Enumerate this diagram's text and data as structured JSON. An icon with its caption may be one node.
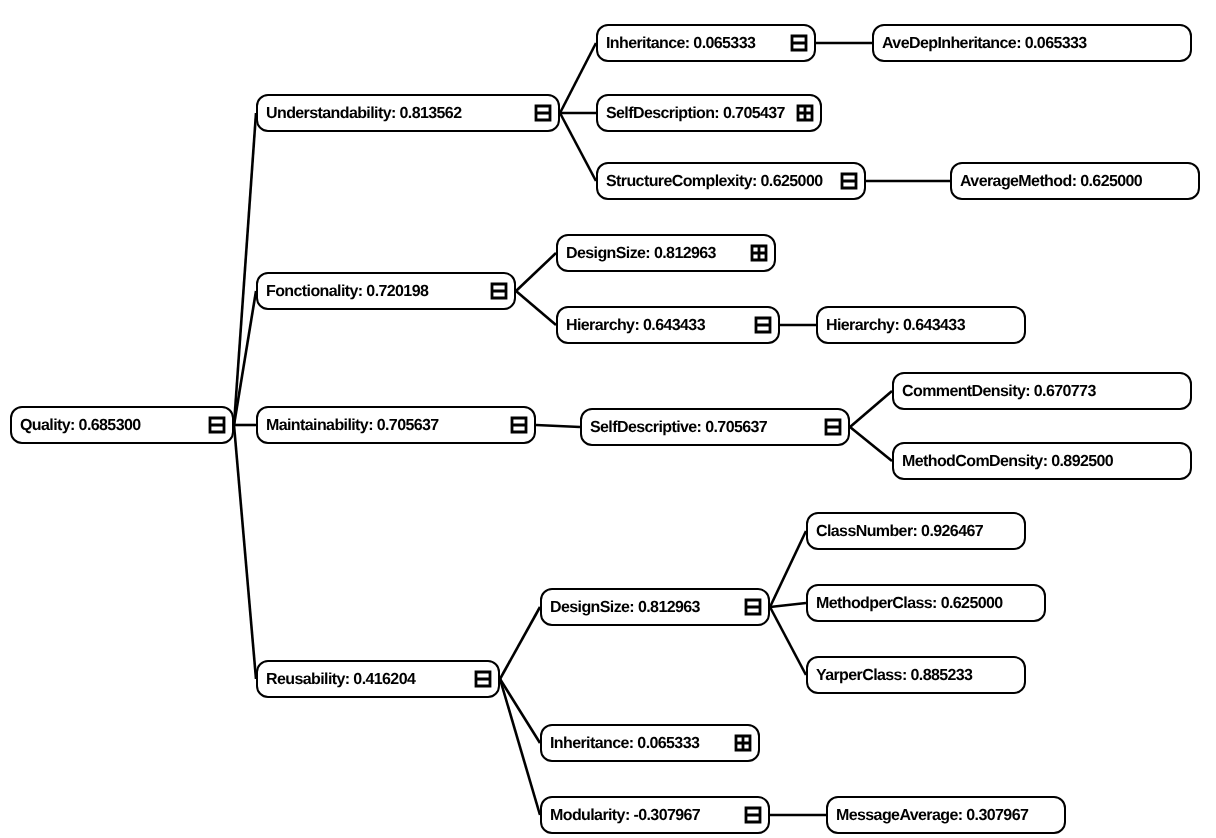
{
  "diagram": {
    "nodes": [
      {
        "text": [
          "Quality: 0.685300"
        ]
      },
      {
        "text": [
          "Understandability: 0.813562"
        ]
      },
      {
        "text": [
          "Fonctionality: 0.720198"
        ]
      },
      {
        "text": [
          "Maintainability: 0.705637"
        ]
      },
      {
        "text": [
          "Reusability: 0.416204"
        ]
      },
      {
        "text": [
          "Inheritance: 0.065333"
        ]
      },
      {
        "text": [
          "AveDepInheritance: 0.065333"
        ]
      },
      {
        "text": [
          "SelfDescription: 0.705437"
        ]
      },
      {
        "text": [
          "StructureComplexity: 0.625000"
        ]
      },
      {
        "text": [
          "AverageMethod: 0.625000"
        ]
      },
      {
        "text": [
          "DesignSize: 0.812963"
        ]
      },
      {
        "text": [
          "Hierarchy: 0.643433"
        ]
      },
      {
        "text": [
          "Hierarchy: 0.643433"
        ]
      },
      {
        "text": [
          "SelfDescriptive: 0.705637"
        ]
      },
      {
        "text": [
          "CommentDensity: 0.670773"
        ]
      },
      {
        "text": [
          "MethodComDensity: 0.892500"
        ]
      },
      {
        "text": [
          "DesignSize: 0.812963"
        ]
      },
      {
        "text": [
          "ClassNumber: 0.926467"
        ]
      },
      {
        "text": [
          "MethodperClass: 0.625000"
        ]
      },
      {
        "text": [
          "YarperClass: 0.885233"
        ]
      },
      {
        "text": [
          "Inheritance: 0.065333"
        ]
      },
      {
        "text": [
          "Modularity: -0.307967"
        ]
      },
      {
        "text": [
          "MessageAverage: 0.307967"
        ]
      }
    ],
    "edges": [
      {
        "from": 0,
        "to": 1,
        "arrow": "none"
      },
      {
        "from": 0,
        "to": 2,
        "arrow": "none"
      },
      {
        "from": 0,
        "to": 3,
        "arrow": "none"
      },
      {
        "from": 0,
        "to": 4,
        "arrow": "none"
      },
      {
        "from": 1,
        "to": 5,
        "arrow": "none"
      },
      {
        "from": 1,
        "to": 7,
        "arrow": "none"
      },
      {
        "from": 1,
        "to": 8,
        "arrow": "none"
      },
      {
        "from": 5,
        "to": 6,
        "arrow": "none"
      },
      {
        "from": 8,
        "to": 9,
        "arrow": "none"
      },
      {
        "from": 2,
        "to": 10,
        "arrow": "none"
      },
      {
        "from": 2,
        "to": 11,
        "arrow": "none"
      },
      {
        "from": 11,
        "to": 12,
        "arrow": "none"
      },
      {
        "from": 3,
        "to": 13,
        "arrow": "none"
      },
      {
        "from": 13,
        "to": 14,
        "arrow": "none"
      },
      {
        "from": 13,
        "to": 15,
        "arrow": "none"
      },
      {
        "from": 4,
        "to": 16,
        "arrow": "none"
      },
      {
        "from": 4,
        "to": 20,
        "arrow": "none"
      },
      {
        "from": 4,
        "to": 21,
        "arrow": "none"
      },
      {
        "from": 16,
        "to": 17,
        "arrow": "none"
      },
      {
        "from": 16,
        "to": 18,
        "arrow": "none"
      },
      {
        "from": 16,
        "to": 19,
        "arrow": "none"
      },
      {
        "from": 21,
        "to": 22,
        "arrow": "none"
      }
    ]
  }
}
